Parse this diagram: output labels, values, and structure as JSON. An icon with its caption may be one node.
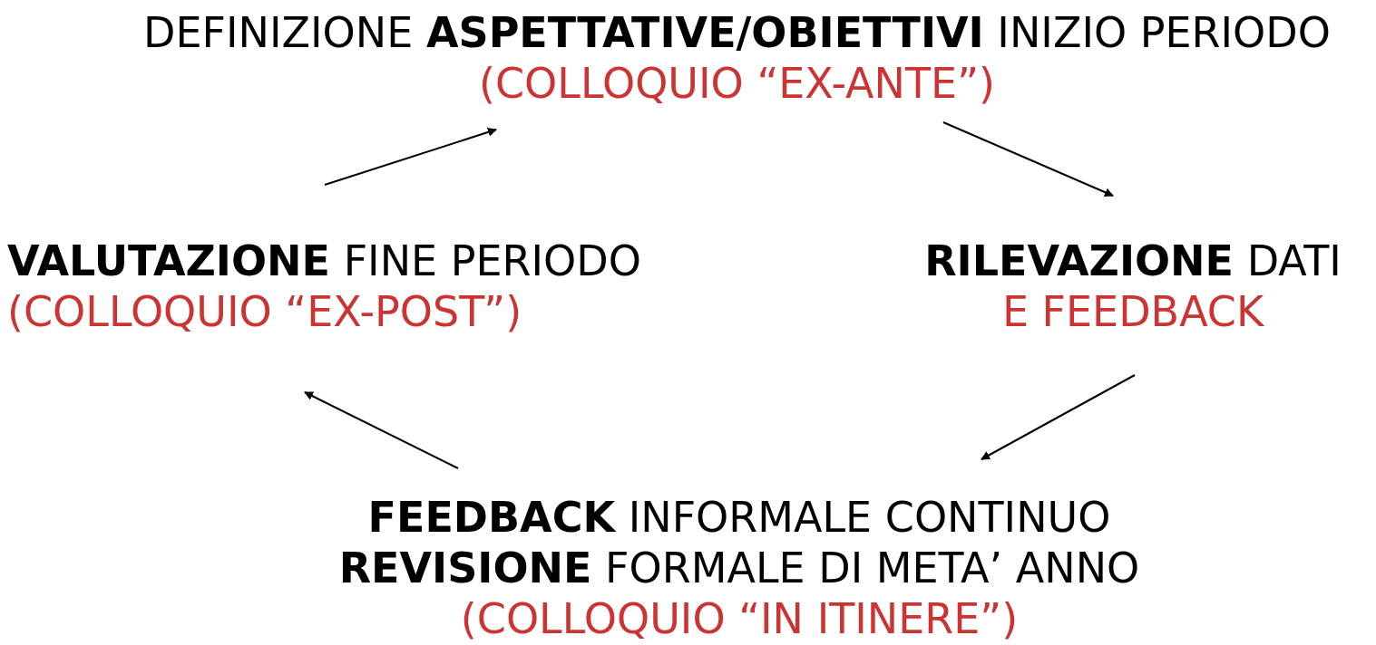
{
  "diagram": {
    "nodes": [
      {
        "text": [
          "DEFINIZIONE **ASPETTATIVE/OBIETTIVI** INIZIO PERIODO",
          "(COLLOQUIO “EX-ANTE”)"
        ]
      },
      {
        "text": [
          "**RILEVAZIONE** DATI",
          "E FEEDBACK"
        ]
      },
      {
        "text": [
          "**FEEDBACK** INFORMALE CONTINUO",
          "**REVISIONE** FORMALE DI META’ ANNO",
          "(COLLOQUIO “IN ITINERE”)"
        ]
      },
      {
        "text": [
          "**VALUTAZIONE** FINE PERIODO",
          "(COLLOQUIO “EX-POST”)"
        ]
      }
    ],
    "edges": [
      {
        "from": 0,
        "to": 1,
        "arrow": "to"
      },
      {
        "from": 1,
        "to": 2,
        "arrow": "to"
      },
      {
        "from": 2,
        "to": 3,
        "arrow": "to"
      },
      {
        "from": 3,
        "to": 0,
        "arrow": "to"
      }
    ]
  }
}
